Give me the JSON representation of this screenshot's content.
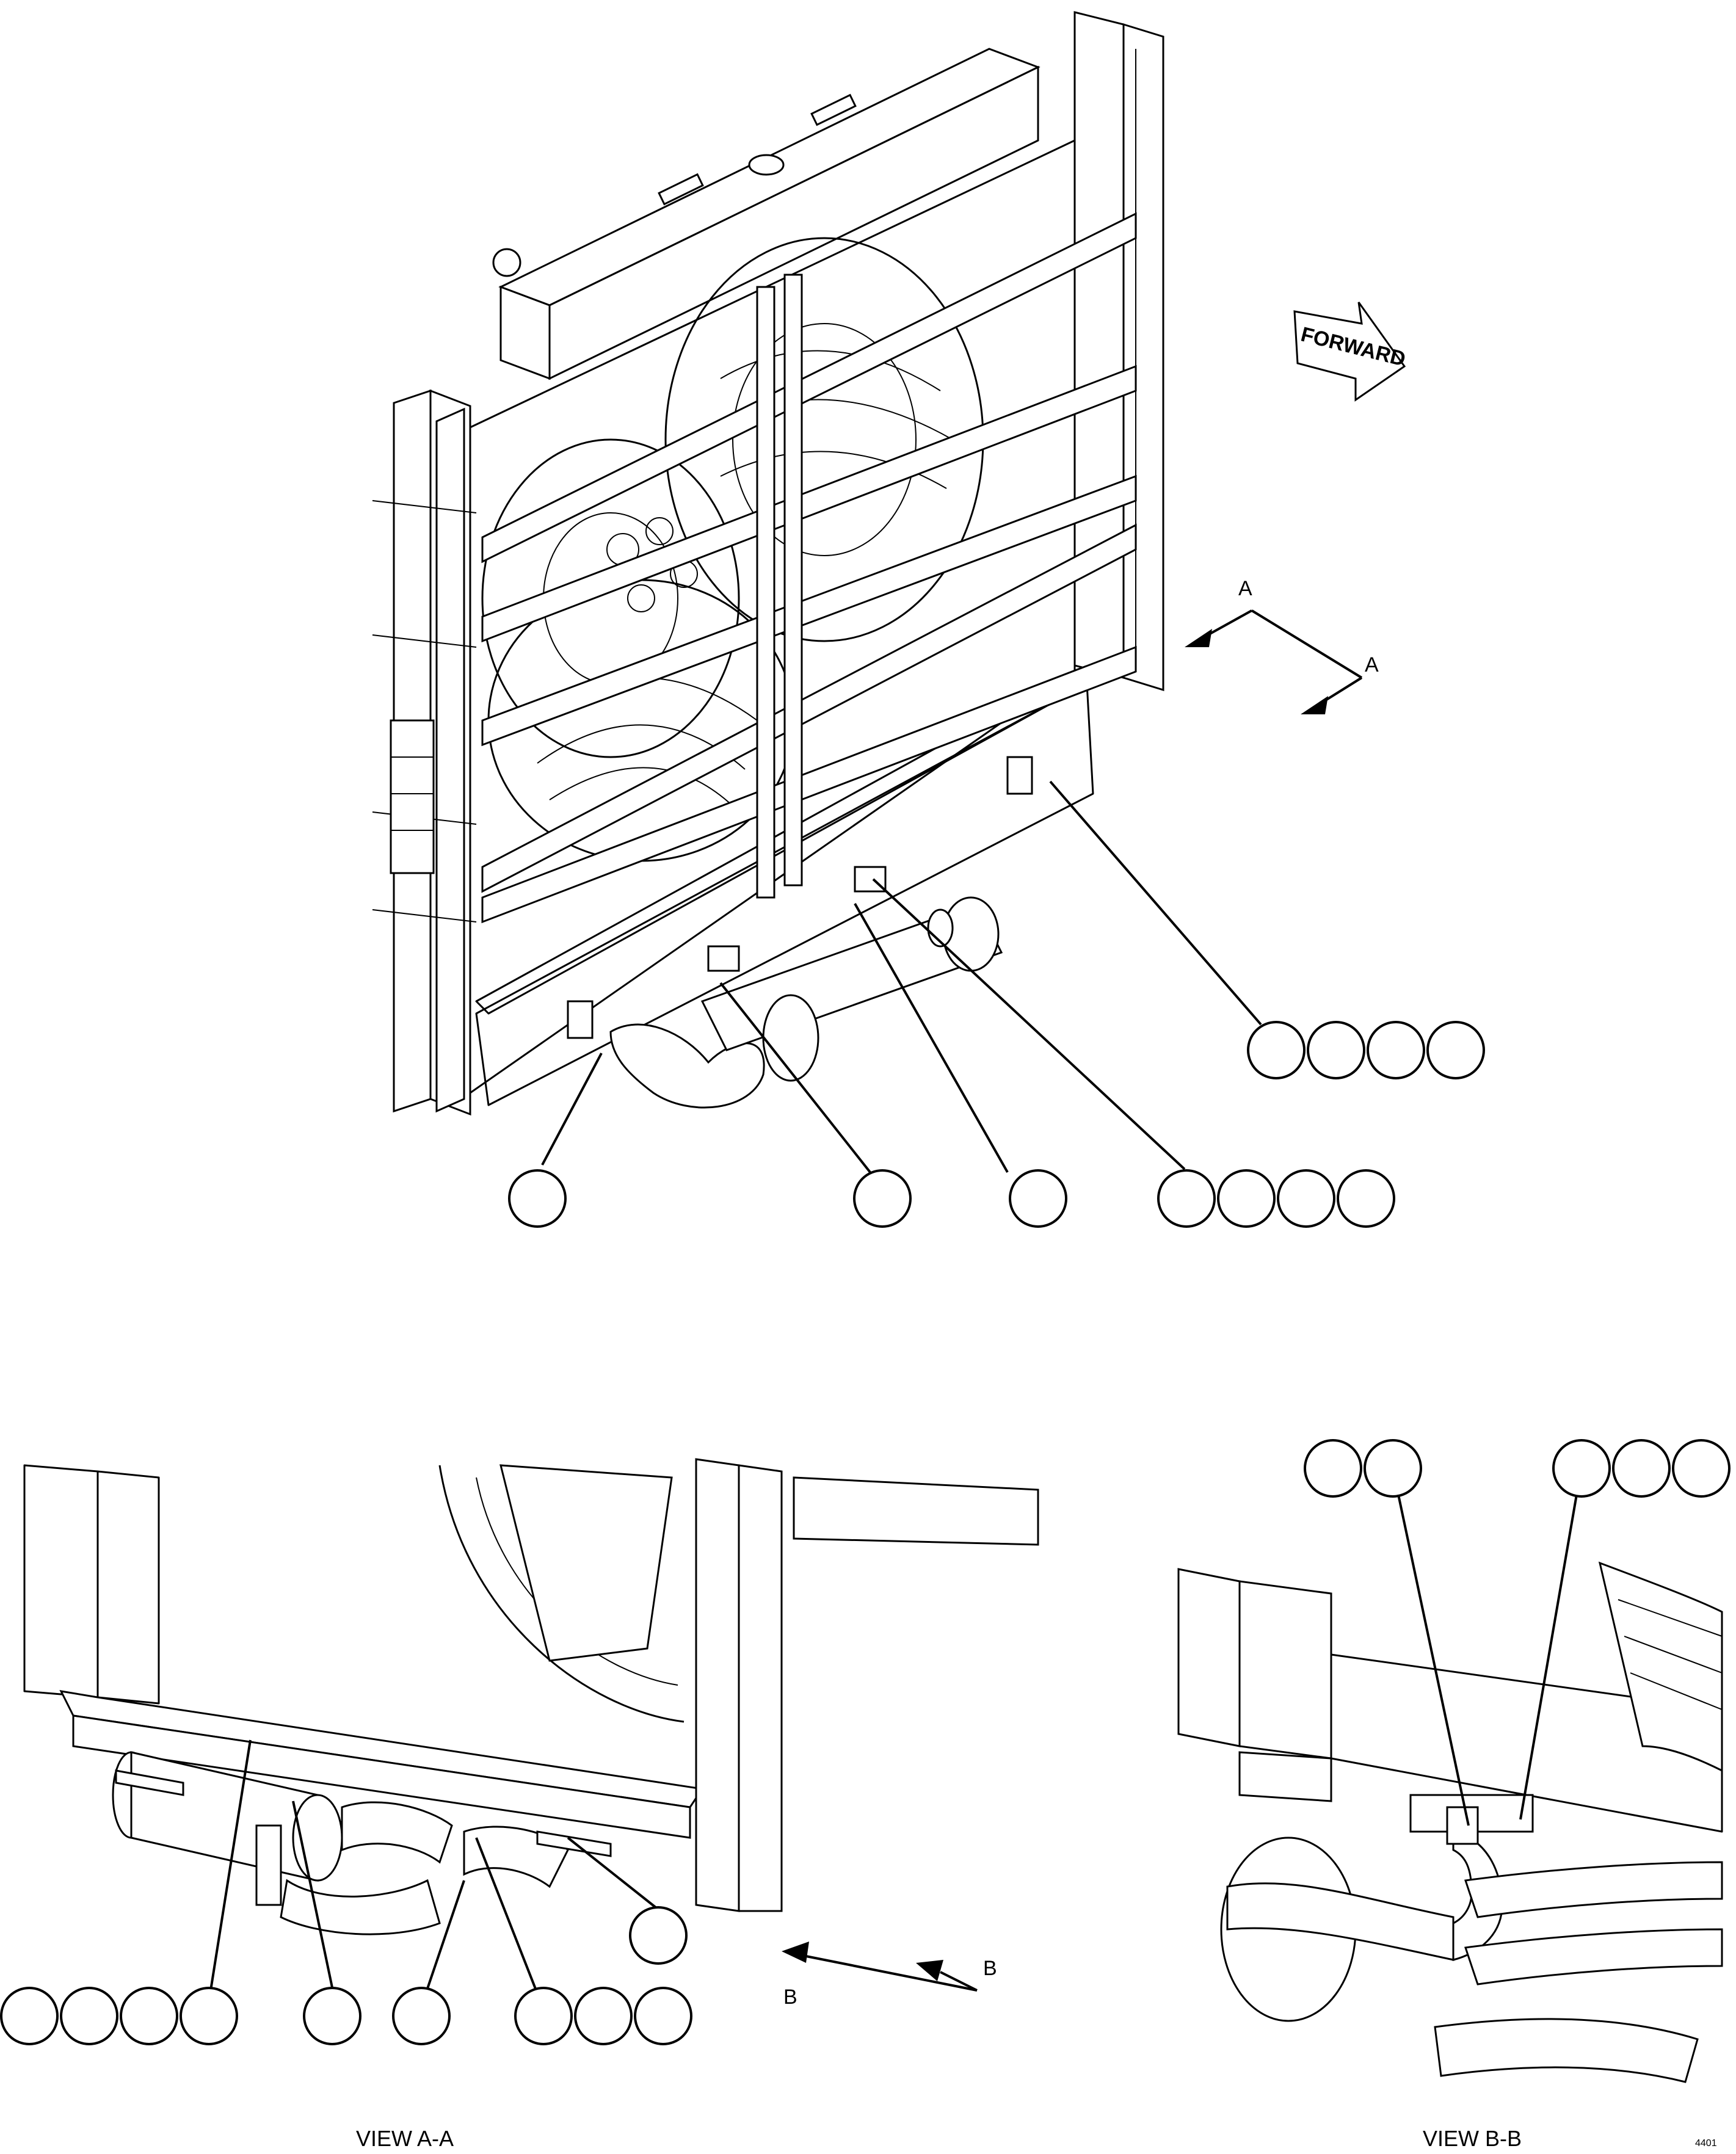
{
  "labels": {
    "forward": "FORWARD",
    "section_a_1": "A",
    "section_a_2": "A",
    "section_b_1": "B",
    "section_b_2": "B",
    "view_aa": "VIEW A-A",
    "view_bb": "VIEW B-B",
    "sheet_code": "4401"
  },
  "callouts": {
    "main_right_group_count": 4,
    "main_bottom_left_count": 1,
    "main_bottom_mid1_count": 1,
    "main_bottom_mid2_count": 1,
    "main_bottom_right_group_count": 4,
    "view_aa_single_count": 1,
    "view_aa_group_left_count": 4,
    "view_aa_single2_count": 1,
    "view_aa_single3_count": 1,
    "view_aa_group_right_count": 3,
    "view_bb_group_left_count": 2,
    "view_bb_group_right_count": 3
  }
}
